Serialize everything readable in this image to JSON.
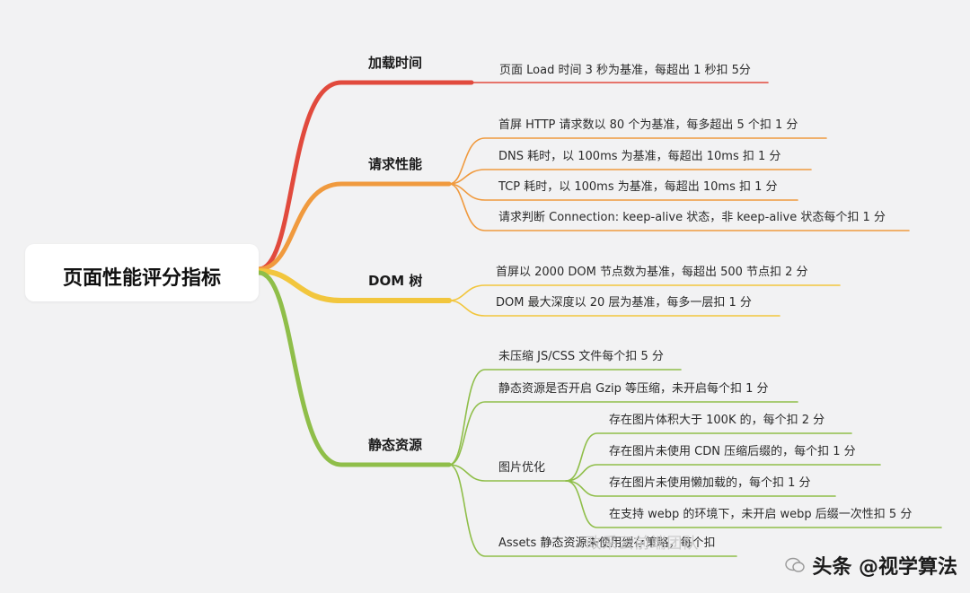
{
  "root": {
    "label": "页面性能评分指标"
  },
  "colors": {
    "load": "#e14a3d",
    "request": "#f09a3e",
    "dom": "#f2c63d",
    "static": "#8fbe49"
  },
  "branches": {
    "load": {
      "label": "加载时间",
      "items": [
        "页面 Load 时间 3 秒为基准，每超出 1 秒扣 5分"
      ]
    },
    "request": {
      "label": "请求性能",
      "items": [
        "首屏 HTTP 请求数以 80 个为基准，每多超出 5 个扣 1 分",
        "DNS 耗时，以 100ms 为基准，每超出 10ms 扣 1 分",
        "TCP 耗时，以 100ms 为基准，每超出 10ms 扣 1 分",
        "请求判断 Connection: keep-alive 状态，非 keep-alive 状态每个扣 1 分"
      ]
    },
    "dom": {
      "label": "DOM 树",
      "items": [
        "首屏以 2000 DOM 节点数为基准，每超出 500 节点扣 2 分",
        "DOM 最大深度以 20 层为基准，每多一层扣 1 分"
      ]
    },
    "static": {
      "label": "静态资源",
      "items": [
        "未压缩 JS/CSS 文件每个扣 5 分",
        "静态资源是否开启 Gzip 等压缩，未开启每个扣 1 分",
        "Assets 静态资源未使用缓存策略，每个扣"
      ],
      "image": {
        "label": "图片优化",
        "items": [
          "存在图片体积大于 100K 的，每个扣 2 分",
          "存在图片未使用 CDN 压缩后缀的，每个扣 1 分",
          "存在图片未使用懒加载的，每个扣 1 分",
          "在支持 webp 的环境下，未开启 webp 后缀一次性扣 5 分"
        ]
      }
    }
  },
  "watermark": {
    "account": "政采云前端团队",
    "source": "头条 @视学算法"
  }
}
